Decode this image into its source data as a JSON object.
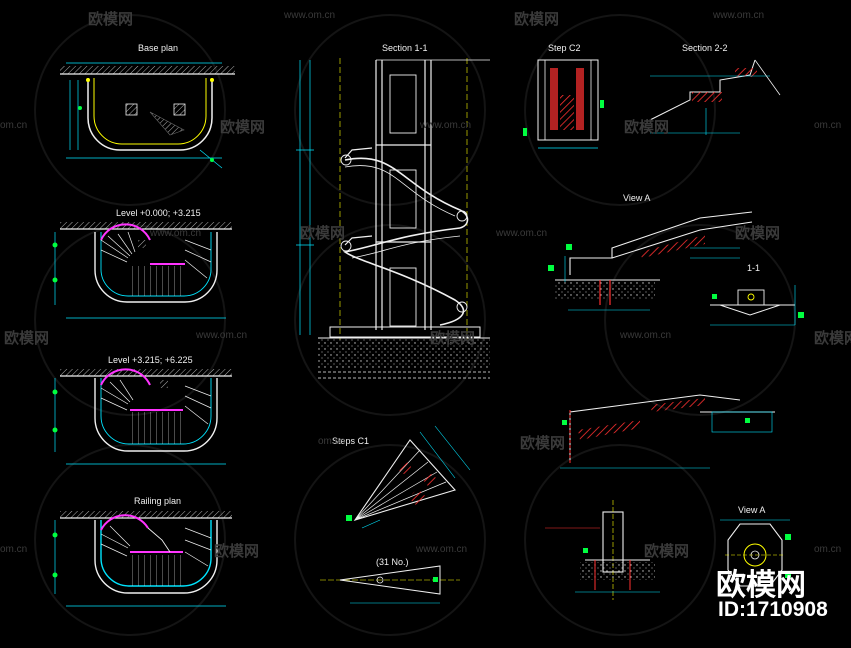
{
  "titles": {
    "base_plan": "Base plan",
    "level_1": "Level +0.000; +3.215",
    "level_2": "Level +3.215; +6.225",
    "railing_plan": "Railing plan",
    "section_1_1": "Section 1-1",
    "step_c2": "Step C2",
    "section_2_2": "Section 2-2",
    "view_a_top": "View A",
    "detail_1_1": "1-1",
    "steps_c1": "Steps C1",
    "no_31": "(31 No.)",
    "view_a_bottom": "View A"
  },
  "watermark": {
    "site": "www.om.cn",
    "site_short": "om.cn",
    "brand": "欧模网"
  },
  "logo": {
    "brand": "欧模网",
    "id": "ID:1710908"
  },
  "colors": {
    "background": "#000000",
    "dim_cyan": "#00e5ff",
    "structure_white": "#f0f0f0",
    "accent_yellow": "#ffff00",
    "railing_magenta": "#ff33ff",
    "hatch_red": "#ff3030",
    "marker_green": "#00ff40",
    "watermark_gray": "#3a3a3a"
  }
}
